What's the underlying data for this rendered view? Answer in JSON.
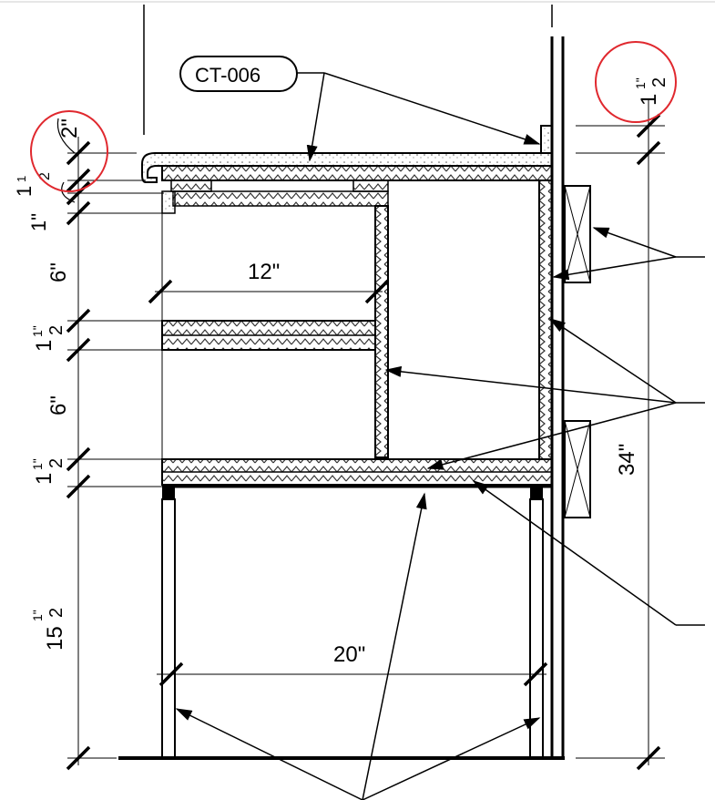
{
  "callout": {
    "tag": "CT-006"
  },
  "dimensions": {
    "width_upper": "12\"",
    "width_lower": "20\"",
    "overall_height": "34\"",
    "radius": "2\"",
    "drawer_gap": "6\"",
    "shelf_gap": "6\"",
    "top_whole": "1",
    "top_frac_num": "1",
    "top_frac_den": "2",
    "thk_small": "1\"",
    "thk_small_frac_num": "1\"",
    "thk_small_frac_den": "2",
    "panel_whole": "1",
    "panel_frac_num": "1\"",
    "panel_frac_den": "2",
    "bottom_whole": "1",
    "bottom_frac_num": "1\"",
    "bottom_frac_den": "2",
    "leg_whole": "15",
    "leg_frac_num": "1\"",
    "leg_frac_den": "2"
  },
  "highlights": {
    "color": "#e0282e"
  },
  "colors": {
    "line": "#000000",
    "hatch": "#444444"
  }
}
